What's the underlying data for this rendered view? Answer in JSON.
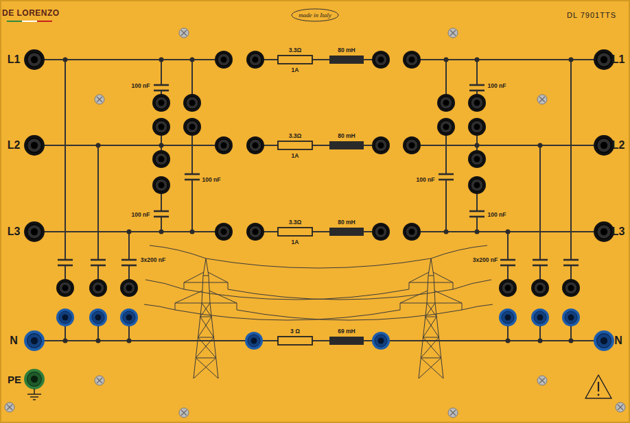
{
  "diagram": {
    "labels": [
      "DE LORENZO",
      "made in Italy",
      "DL 7901TTS",
      "L1",
      "L1",
      "100 nF",
      "100 nF",
      "3.3Ω",
      "80 mH",
      "1A",
      "L2",
      "L2",
      "100 nF",
      "100 nF",
      "3.3Ω",
      "80 mH",
      "1A",
      "100 nF",
      "100 nF",
      "L3",
      "L3",
      "3.3Ω",
      "80 mH",
      "1A",
      "3x200 nF",
      "3x200 nF",
      "N",
      "3 Ω",
      "69 mH",
      "N",
      "PE"
    ]
  }
}
